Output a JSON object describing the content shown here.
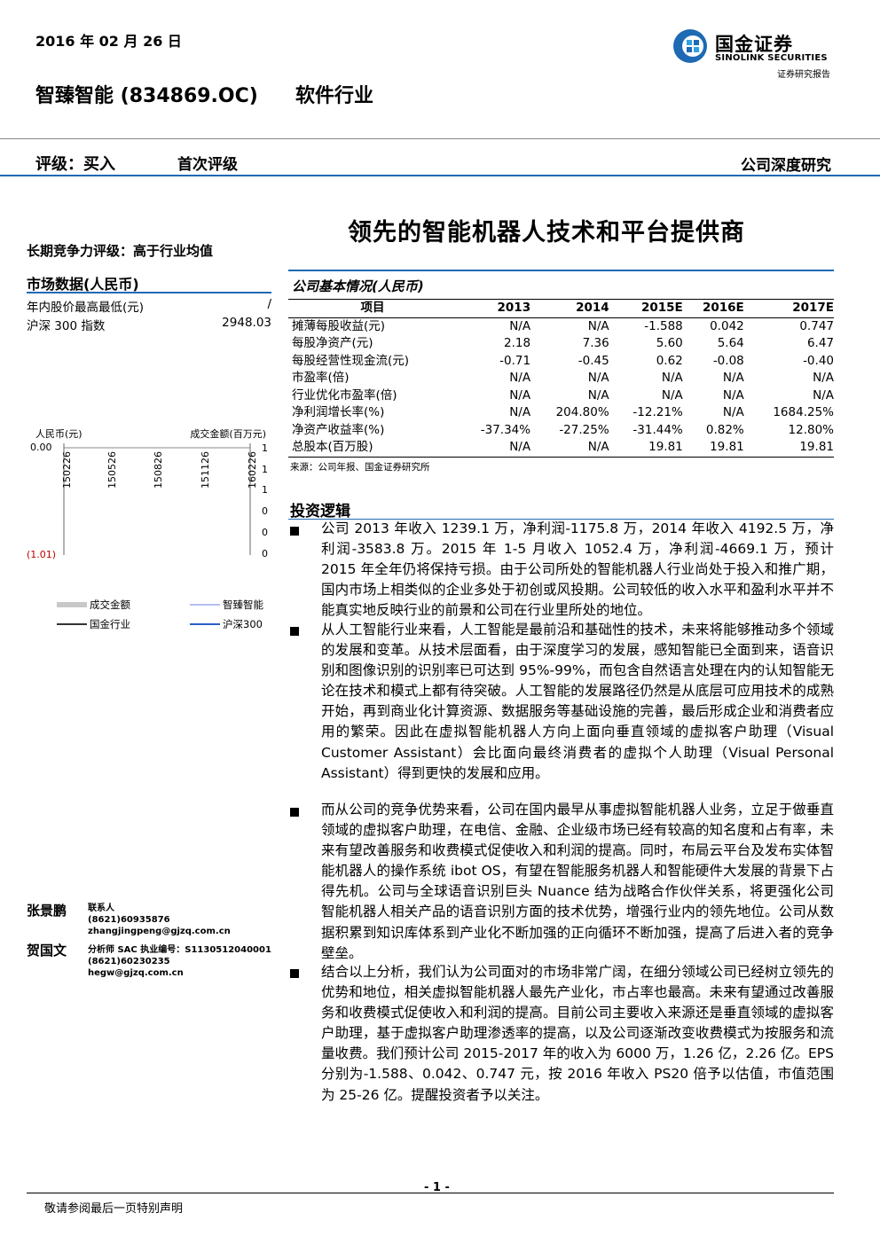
{
  "header": {
    "date": "2016 年 02 月 26 日",
    "company": "智臻智能 (834869.OC)",
    "industry": "软件行业",
    "logo_cn": "国金证券",
    "logo_en": "SINOLINK SECURITIES",
    "logo_sub": "证券研究报告",
    "rating": "评级：买入",
    "rating_note": "首次评级",
    "report_type": "公司深度研究",
    "headline": "领先的智能机器人技术和平台提供商",
    "brand_color": "#1e6ab4"
  },
  "sidebar": {
    "long_term": "长期竞争力评级：高于行业均值",
    "market_title": "市场数据(人民币)",
    "rows": [
      {
        "label": "年内股价最高最低(元)",
        "value": "/"
      },
      {
        "label": "沪深 300 指数",
        "value": "2948.03"
      }
    ],
    "chart_left_label": "人民币(元)",
    "chart_right_label": "成交金额(百万元)",
    "chart_y_left": [
      "0.00",
      "(1.01)"
    ],
    "chart_y_right": [
      "1",
      "1",
      "1",
      "0",
      "0",
      "0"
    ],
    "chart_x": [
      "150226",
      "150526",
      "150826",
      "151126",
      "160226"
    ],
    "legend": [
      "成交金额",
      "智臻智能",
      "国金行业",
      "沪深300"
    ],
    "legend_colors": [
      "#c8c8c8",
      "#9ba8ea",
      "#333333",
      "#2a5fc8"
    ],
    "authors": [
      {
        "name": "张景鹏",
        "line1": "联系人",
        "line2": "(8621)60935876",
        "line3": "zhangjingpeng@gjzq.com.cn"
      },
      {
        "name": "贺国文",
        "line1": "分析师 SAC 执业编号：S1130512040001",
        "line2": "(8621)60230235",
        "line3": "hegw@gjzq.com.cn"
      }
    ]
  },
  "table": {
    "title": "公司基本情况(人民币)",
    "header": [
      "项目",
      "2013",
      "2014",
      "2015E",
      "2016E",
      "2017E"
    ],
    "rows": [
      [
        "摊薄每股收益(元)",
        "N/A",
        "N/A",
        "-1.588",
        "0.042",
        "0.747"
      ],
      [
        "每股净资产(元)",
        "2.18",
        "7.36",
        "5.60",
        "5.64",
        "6.47"
      ],
      [
        "每股经营性现金流(元)",
        "-0.71",
        "-0.45",
        "0.62",
        "-0.08",
        "-0.40"
      ],
      [
        "市盈率(倍)",
        "N/A",
        "N/A",
        "N/A",
        "N/A",
        "N/A"
      ],
      [
        "行业优化市盈率(倍)",
        "N/A",
        "N/A",
        "N/A",
        "N/A",
        "N/A"
      ],
      [
        "净利润增长率(%)",
        "N/A",
        "204.80%",
        "-12.21%",
        "N/A",
        "1684.25%"
      ],
      [
        "净资产收益率(%)",
        "-37.34%",
        "-27.25%",
        "-31.44%",
        "0.82%",
        "12.80%"
      ],
      [
        "总股本(百万股)",
        "N/A",
        "N/A",
        "19.81",
        "19.81",
        "19.81"
      ]
    ],
    "source": "来源：公司年报、国金证券研究所"
  },
  "logic": {
    "title": "投资逻辑",
    "paragraphs": [
      "公司 2013 年收入 1239.1 万，净利润-1175.8 万，2014 年收入 4192.5 万，净利润-3583.8 万。2015 年 1-5 月收入 1052.4 万，净利润-4669.1 万，预计 2015 年全年仍将保持亏损。由于公司所处的智能机器人行业尚处于投入和推广期，国内市场上相类似的企业多处于初创或风投期。公司较低的收入水平和盈利水平并不能真实地反映行业的前景和公司在行业里所处的地位。",
      "从人工智能行业来看，人工智能是最前沿和基础性的技术，未来将能够推动多个领域的发展和变革。从技术层面看，由于深度学习的发展，感知智能已全面到来，语音识别和图像识别的识别率已可达到 95%-99%，而包含自然语言处理在内的认知智能无论在技术和模式上都有待突破。人工智能的发展路径仍然是从底层可应用技术的成熟开始，再到商业化计算资源、数据服务等基础设施的完善，最后形成企业和消费者应用的繁荣。因此在虚拟智能机器人方向上面向垂直领域的虚拟客户助理（Visual Customer Assistant）会比面向最终消费者的虚拟个人助理（Visual Personal Assistant）得到更快的发展和应用。",
      "而从公司的竞争优势来看，公司在国内最早从事虚拟智能机器人业务，立足于做垂直领域的虚拟客户助理，在电信、金融、企业级市场已经有较高的知名度和占有率，未来有望改善服务和收费模式促使收入和利润的提高。同时，布局云平台及发布实体智能机器人的操作系统 ibot OS，有望在智能服务机器人和智能硬件大发展的背景下占得先机。公司与全球语音识别巨头 Nuance 结为战略合作伙伴关系，将更强化公司智能机器人相关产品的语音识别方面的技术优势，增强行业内的领先地位。公司从数据积累到知识库体系到产业化不断加强的正向循环不断加强，提高了后进入者的竞争壁垒。",
      "结合以上分析，我们认为公司面对的市场非常广阔，在细分领域公司已经树立领先的优势和地位，相关虚拟智能机器人最先产业化，市占率也最高。未来有望通过改善服务和收费模式促使收入和利润的提高。目前公司主要收入来源还是垂直领域的虚拟客户助理，基于虚拟客户助理渗透率的提高，以及公司逐渐改变收费模式为按服务和流量收费。我们预计公司 2015-2017 年的收入为 6000 万，1.26 亿，2.26 亿。EPS 分别为-1.588、0.042、0.747 元，按 2016 年收入 PS20 倍予以估值，市值范围为 25-26 亿。提醒投资者予以关注。"
    ]
  },
  "footer": {
    "page": "- 1 -",
    "disclaimer": "敬请参阅最后一页特别声明"
  }
}
